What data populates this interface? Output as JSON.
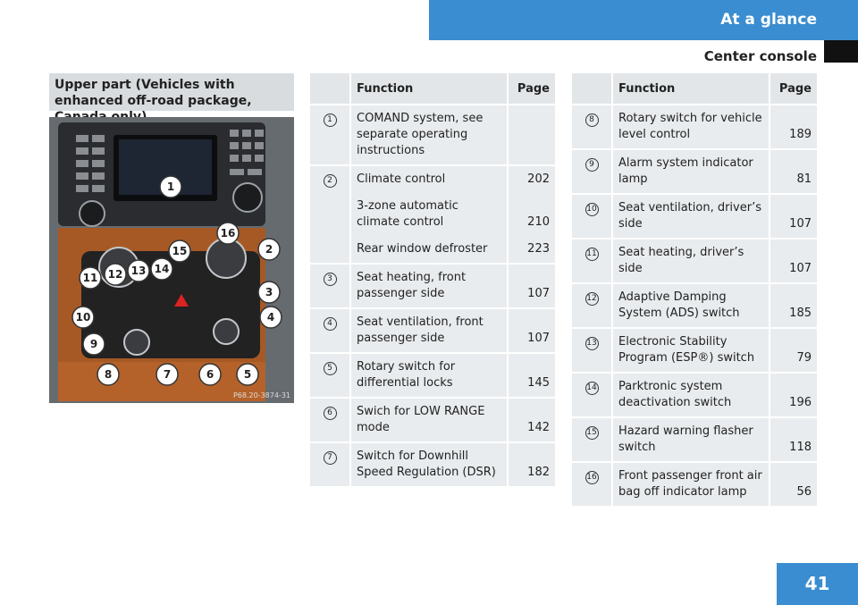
{
  "header": {
    "title": "At a glance",
    "subtitle": "Center console"
  },
  "section": {
    "heading": "Upper part (Vehicles with enhanced off-road package, Canada only)"
  },
  "photo": {
    "callouts": [
      "1",
      "2",
      "3",
      "4",
      "5",
      "6",
      "7",
      "8",
      "9",
      "10",
      "11",
      "12",
      "13",
      "14",
      "15",
      "16"
    ],
    "code": "P68.20-3874-31"
  },
  "table_left": {
    "col_function": "Function",
    "col_page": "Page",
    "rows": [
      {
        "num": "1",
        "functions": [
          "COMAND system, see separate operating instructions"
        ],
        "pages": [
          ""
        ]
      },
      {
        "num": "2",
        "functions": [
          "Climate control",
          "3-zone automatic climate control",
          "Rear window defroster"
        ],
        "pages": [
          "202",
          "210",
          "223"
        ]
      },
      {
        "num": "3",
        "functions": [
          "Seat heating, front passenger side"
        ],
        "pages": [
          "107"
        ]
      },
      {
        "num": "4",
        "functions": [
          "Seat ventilation, front passenger side"
        ],
        "pages": [
          "107"
        ]
      },
      {
        "num": "5",
        "functions": [
          "Rotary switch for differential locks"
        ],
        "pages": [
          "145"
        ]
      },
      {
        "num": "6",
        "functions": [
          "Swich for LOW RANGE mode"
        ],
        "pages": [
          "142"
        ]
      },
      {
        "num": "7",
        "functions": [
          "Switch for Downhill Speed Regulation (DSR)"
        ],
        "pages": [
          "182"
        ]
      }
    ]
  },
  "table_right": {
    "col_function": "Function",
    "col_page": "Page",
    "rows": [
      {
        "num": "8",
        "function": "Rotary switch for vehicle level control",
        "page": "189"
      },
      {
        "num": "9",
        "function": "Alarm system indicator lamp",
        "page": "81"
      },
      {
        "num": "10",
        "function": "Seat ventilation, driver’s side",
        "page": "107"
      },
      {
        "num": "11",
        "function": "Seat heating, driver’s side",
        "page": "107"
      },
      {
        "num": "12",
        "function": "Adaptive Damping System (ADS) switch",
        "page": "185"
      },
      {
        "num": "13",
        "function": "Electronic Stability Program (ESP®) switch",
        "page": "79"
      },
      {
        "num": "14",
        "function": "Parktronic system deactivation switch",
        "page": "196"
      },
      {
        "num": "15",
        "function": "Hazard warning flasher switch",
        "page": "118"
      },
      {
        "num": "16",
        "function": "Front passenger front air bag off indicator lamp",
        "page": "56"
      }
    ]
  },
  "page_number": "41"
}
